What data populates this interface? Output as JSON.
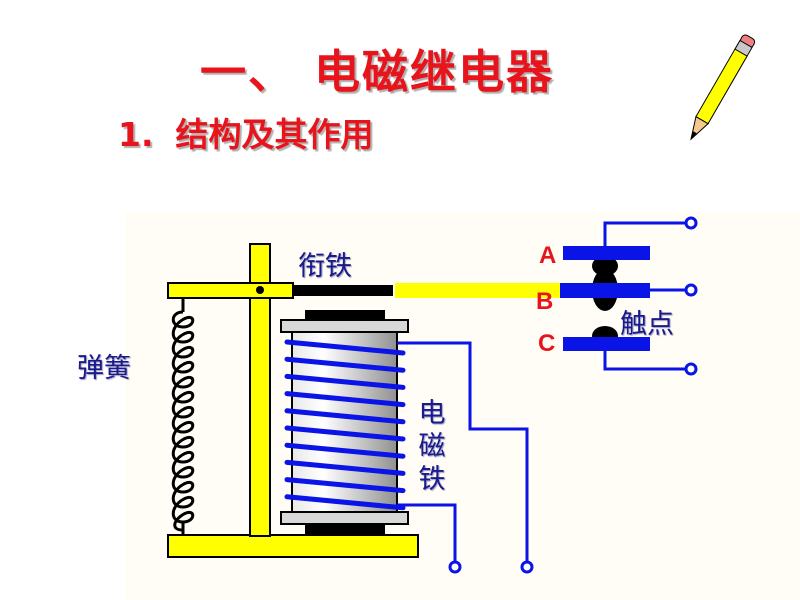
{
  "title": "一、 电磁继电器",
  "subtitle": {
    "number": "1.",
    "text": "结构及其作用"
  },
  "labels": {
    "armature": "衔铁",
    "spring": "弹簧",
    "contacts": "触点",
    "electromagnet": [
      "电",
      "磁",
      "铁"
    ],
    "contact_a": "A",
    "contact_b": "B",
    "contact_c": "C"
  },
  "colors": {
    "title": "#e8141c",
    "label": "#1a1a8c",
    "frame": "#ffff00",
    "wire": "#0a14e6",
    "background": "#fffdf5"
  },
  "icons": {
    "decoration": "pencil-icon"
  }
}
